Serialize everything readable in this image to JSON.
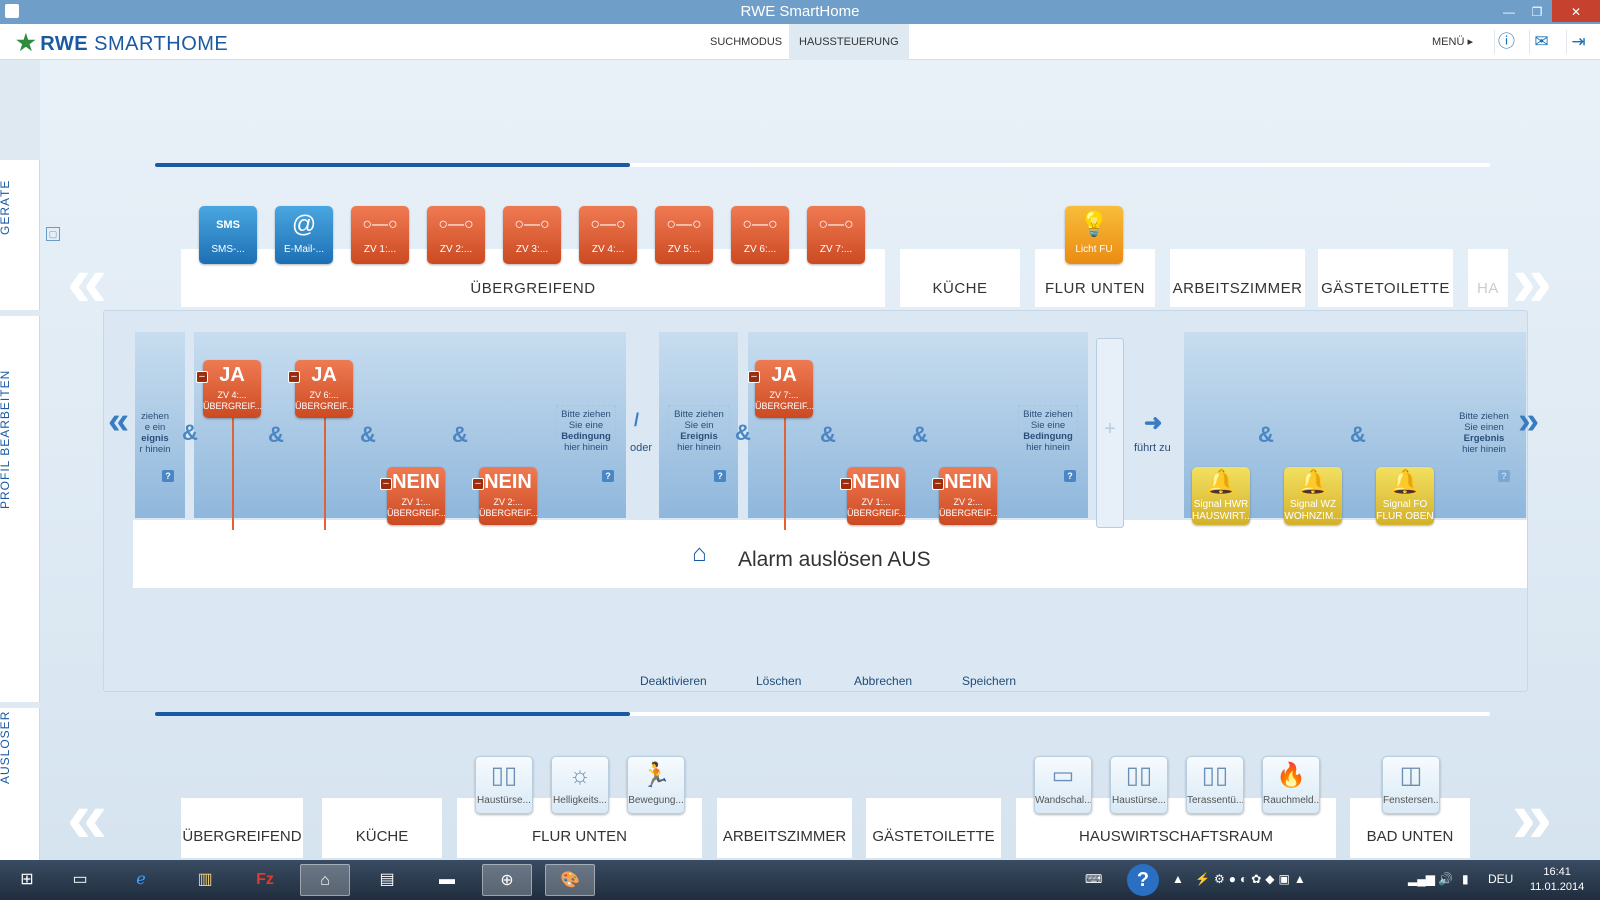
{
  "window": {
    "title": "RWE SmartHome"
  },
  "brand": {
    "name_bold": "RWE",
    "name_thin": "SMARTHOME"
  },
  "nav": {
    "tabs": [
      "SUCHMODUS",
      "HAUSSTEUERUNG"
    ],
    "active": 1
  },
  "header": {
    "menu_label": "MENÜ"
  },
  "side": {
    "geraete": "GERÄTE",
    "profil": "PROFIL BEARBEITEN",
    "ausloeser": "AUSLÖSER"
  },
  "devices": {
    "tiles": [
      {
        "label": "SMS-...",
        "icon": "sms-icon",
        "kind": "blue",
        "glyph": "SMS"
      },
      {
        "label": "E-Mail-...",
        "icon": "email-icon",
        "kind": "blue",
        "glyph": "@"
      },
      {
        "label": "ZV 1:...",
        "icon": "lock-icon",
        "kind": "red",
        "glyph": "○—○"
      },
      {
        "label": "ZV 2:...",
        "icon": "lock-icon",
        "kind": "red",
        "glyph": "○—○"
      },
      {
        "label": "ZV 3:...",
        "icon": "lock-icon",
        "kind": "red",
        "glyph": "○—○"
      },
      {
        "label": "ZV 4:...",
        "icon": "lock-icon",
        "kind": "red",
        "glyph": "○—○"
      },
      {
        "label": "ZV 5:...",
        "icon": "lock-icon",
        "kind": "red",
        "glyph": "○—○"
      },
      {
        "label": "ZV 6:...",
        "icon": "lock-icon",
        "kind": "red",
        "glyph": "○—○"
      },
      {
        "label": "ZV 7:...",
        "icon": "lock-icon",
        "kind": "red",
        "glyph": "○—○"
      },
      {
        "label": "Licht FU",
        "icon": "lightbulb-icon",
        "kind": "orange",
        "glyph": "💡"
      }
    ],
    "rooms": [
      "ÜBERGREIFEND",
      "KÜCHE",
      "FLUR UNTEN",
      "ARBEITSZIMMER",
      "GÄSTETOILETTE",
      "HA"
    ]
  },
  "editor": {
    "conditions": [
      {
        "state": "JA",
        "line1": "ZV 4:...",
        "line2": "ÜBERGREIF..."
      },
      {
        "state": "JA",
        "line1": "ZV 6:...",
        "line2": "ÜBERGREIF..."
      },
      {
        "state": "NEIN",
        "line1": "ZV 1:...",
        "line2": "ÜBERGREIF..."
      },
      {
        "state": "NEIN",
        "line1": "ZV 2:...",
        "line2": "ÜBERGREIF..."
      },
      {
        "state": "JA",
        "line1": "ZV 7:...",
        "line2": "ÜBERGREIF..."
      },
      {
        "state": "NEIN",
        "line1": "ZV 1:...",
        "line2": "ÜBERGREIF..."
      },
      {
        "state": "NEIN",
        "line1": "ZV 2:...",
        "line2": "ÜBERGREIF..."
      }
    ],
    "amp": "&",
    "question": "?",
    "plus": "+",
    "hint_event_partial": [
      "ziehen",
      "e ein",
      "eignis",
      "r hinein"
    ],
    "hint_condition": [
      "Bitte ziehen",
      "Sie eine",
      "Bedingung",
      "hier hinein"
    ],
    "hint_event": [
      "Bitte ziehen",
      "Sie ein",
      "Ereignis",
      "hier hinein"
    ],
    "hint_result": [
      "Bitte ziehen",
      "Sie einen",
      "Ergebnis",
      "hier hinein"
    ],
    "oder": "oder",
    "fuehrt_zu": "führt zu",
    "results": [
      {
        "line1": "Signal HWR",
        "line2": "HAUSWIRT..."
      },
      {
        "line1": "Signal WZ",
        "line2": "WOHNZIM..."
      },
      {
        "line1": "Signal FO",
        "line2": "FLUR OBEN"
      }
    ],
    "profile_title": "Alarm auslösen AUS",
    "actions": [
      "Deaktivieren",
      "Löschen",
      "Abbrechen",
      "Speichern"
    ]
  },
  "triggers": {
    "tiles": [
      {
        "label": "Haustürse...",
        "icon": "door-sensor-icon"
      },
      {
        "label": "Helligkeits...",
        "icon": "brightness-sensor-icon"
      },
      {
        "label": "Bewegung...",
        "icon": "motion-sensor-icon"
      },
      {
        "label": "Wandschal...",
        "icon": "wall-switch-icon"
      },
      {
        "label": "Haustürse...",
        "icon": "door-sensor-icon"
      },
      {
        "label": "Terassentü...",
        "icon": "door-sensor-icon"
      },
      {
        "label": "Rauchmeld...",
        "icon": "smoke-detector-icon"
      },
      {
        "label": "Fenstersen...",
        "icon": "window-sensor-icon"
      }
    ],
    "rooms": [
      "ÜBERGREIFEND",
      "KÜCHE",
      "FLUR UNTEN",
      "ARBEITSZIMMER",
      "GÄSTETOILETTE",
      "HAUSWIRTSCHAFTSRAUM",
      "BAD UNTEN"
    ]
  },
  "taskbar": {
    "lang": "DEU",
    "time": "16:41",
    "date": "11.01.2014",
    "help": "?"
  }
}
